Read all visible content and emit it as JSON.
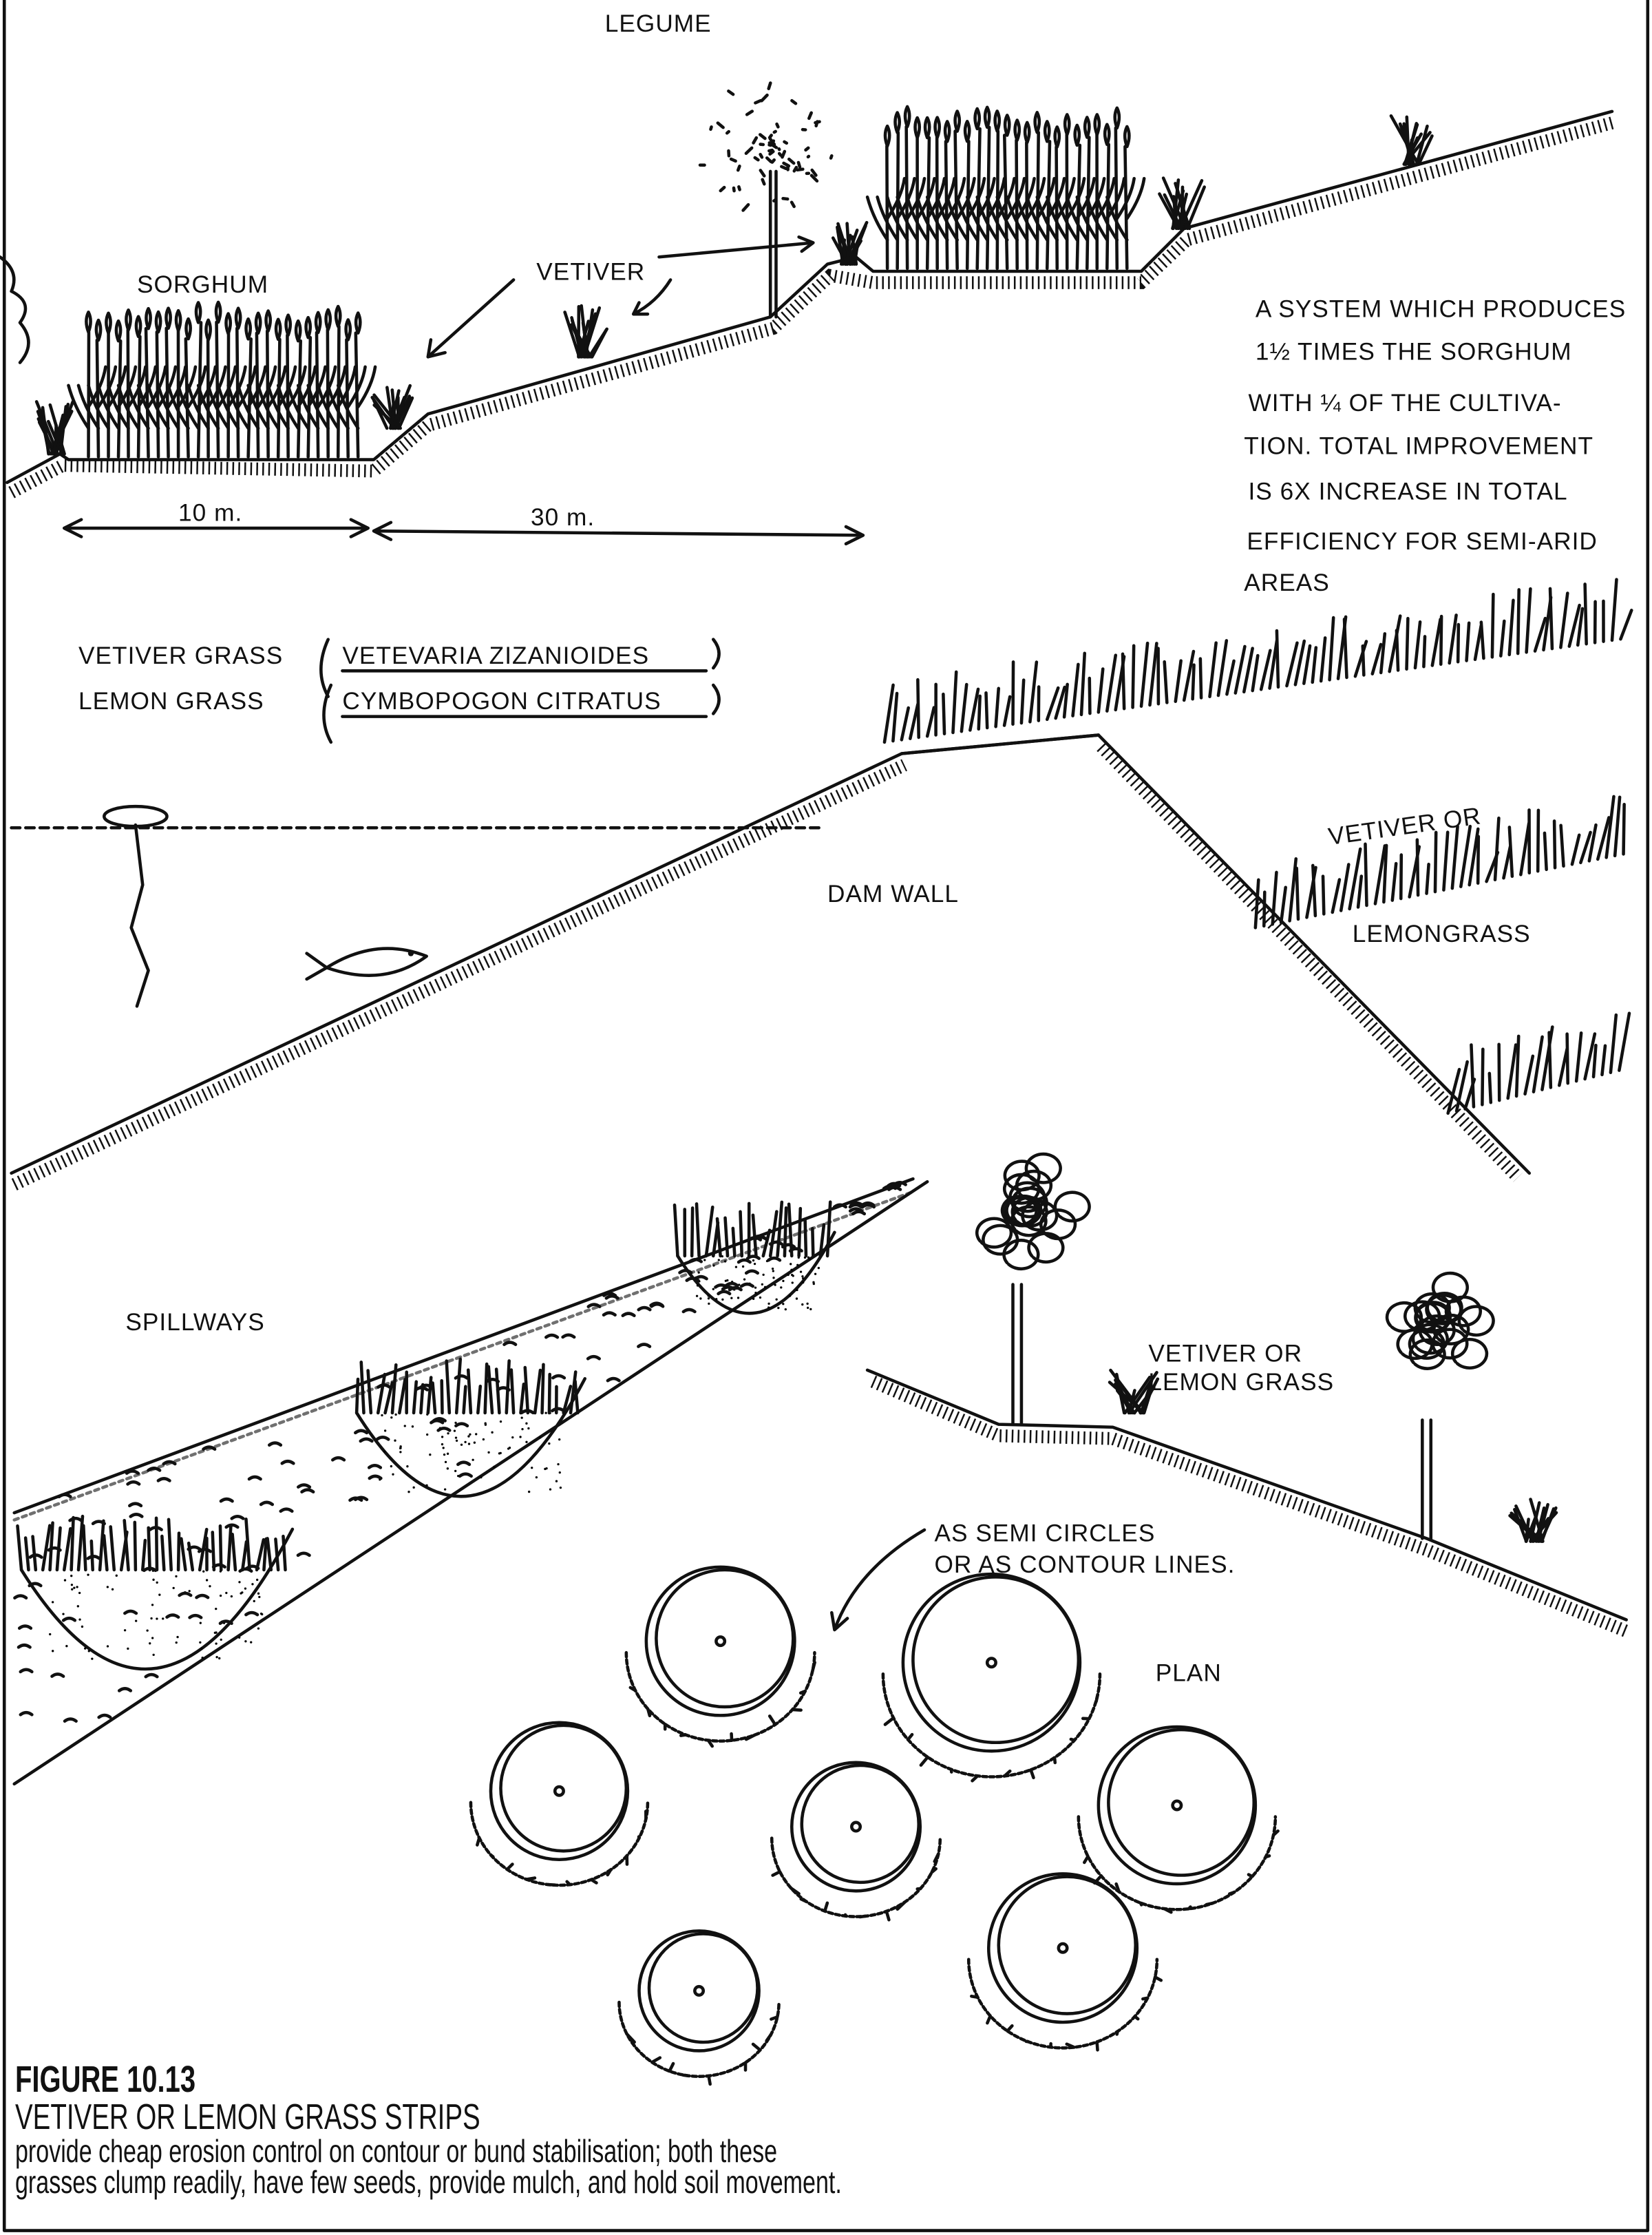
{
  "labels": {
    "legume": "LEGUME",
    "sorghum": "SORGHUM",
    "vetiver": "VETIVER",
    "dim_10m": "10 m.",
    "dim_30m": "30 m.",
    "system_note": [
      "A SYSTEM WHICH PRODUCES",
      "1½ TIMES THE SORGHUM",
      "WITH ¼ OF THE CULTIVA-",
      "TION. TOTAL IMPROVEMENT",
      "IS 6X INCREASE IN TOTAL",
      "EFFICIENCY FOR SEMI-ARID",
      "AREAS"
    ],
    "species": [
      {
        "common": "VETIVER GRASS",
        "latin": "VETEVARIA ZIZANIOIDES"
      },
      {
        "common": "LEMON GRASS",
        "latin": "CYMBOPOGON CITRATUS"
      }
    ],
    "dam_wall": "DAM WALL",
    "vetiver_or": "VETIVER OR",
    "lemongrass": "LEMONGRASS",
    "spillways": "SPILLWAYS",
    "vetiver_or_lemon_1": "VETIVER OR",
    "vetiver_or_lemon_2": "LEMON GRASS",
    "semi_circles_1": "AS SEMI CIRCLES",
    "semi_circles_2": "OR AS CONTOUR LINES.",
    "plan": "PLAN"
  },
  "caption": {
    "number": "FIGURE 10.13",
    "title": "VETIVER OR LEMON GRASS STRIPS",
    "body": "provide cheap erosion control on contour or bund stabilisation; both these grasses clump readily, have few seeds, provide mulch, and hold soil movement."
  }
}
